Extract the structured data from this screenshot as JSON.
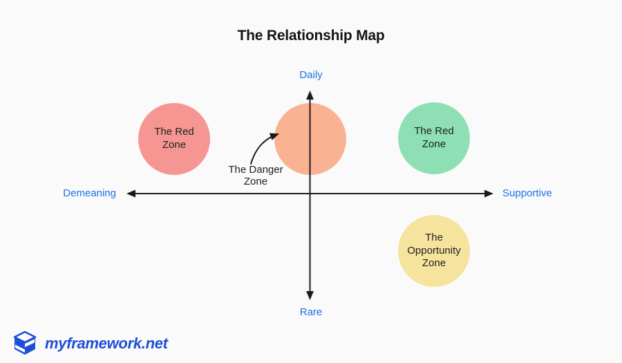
{
  "page": {
    "title": "The Relationship Map",
    "background_color": "#fafafa"
  },
  "axes": {
    "top_label": "Daily",
    "bottom_label": "Rare",
    "left_label": "Demeaning",
    "right_label": "Supportive",
    "label_color": "#1a73e8",
    "line_color": "#1a1a1a"
  },
  "zones": {
    "red_left": {
      "label": "The Red Zone",
      "color": "#f59692"
    },
    "danger": {
      "color": "#f9b292"
    },
    "red_right": {
      "label": "The Red Zone",
      "color": "#8ee0b4"
    },
    "opportunity": {
      "label": "The Opportunity Zone",
      "color": "#f5e39e"
    }
  },
  "annotation": {
    "label": "The Danger Zone"
  },
  "footer": {
    "brand": "myframework.net",
    "color": "#1d4ed8"
  }
}
